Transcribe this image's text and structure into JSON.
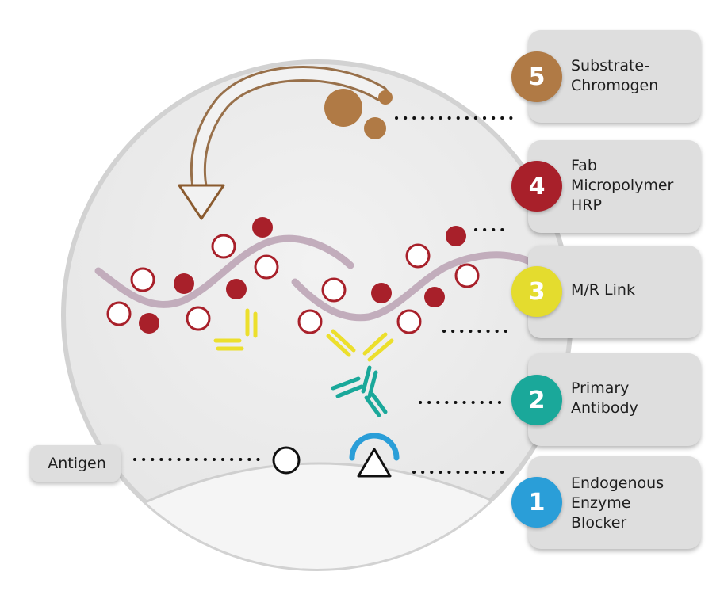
{
  "steps": [
    {
      "number": "5",
      "lines": [
        "Substrate-",
        "Chromogen"
      ],
      "color": "#b07a45"
    },
    {
      "number": "4",
      "lines": [
        "Fab",
        "Micropolymer",
        "HRP"
      ],
      "color": "#a8202a"
    },
    {
      "number": "3",
      "lines": [
        "M/R Link"
      ],
      "color": "#e4dc2e"
    },
    {
      "number": "2",
      "lines": [
        "Primary",
        "Antibody"
      ],
      "color": "#1aa89a"
    },
    {
      "number": "1",
      "lines": [
        "Endogenous",
        "Enzyme",
        "Blocker"
      ],
      "color": "#2a9ed8"
    }
  ],
  "antigen_label": "Antigen",
  "colors": {
    "polymer": "#c2adbc",
    "hrp_red": "#a8202a",
    "link_yellow": "#ecdf2c",
    "antibody_teal": "#1aa89a",
    "blocker_blue": "#2a9ed8",
    "chromogen_brown": "#b07a45",
    "lens_fill": "#ececec",
    "tissue_fill": "#f3f3f3"
  },
  "icons": [
    "curved-arrow-icon",
    "chromogen-dots-icon",
    "antigen-circle-icon",
    "antigen-triangle-icon"
  ]
}
